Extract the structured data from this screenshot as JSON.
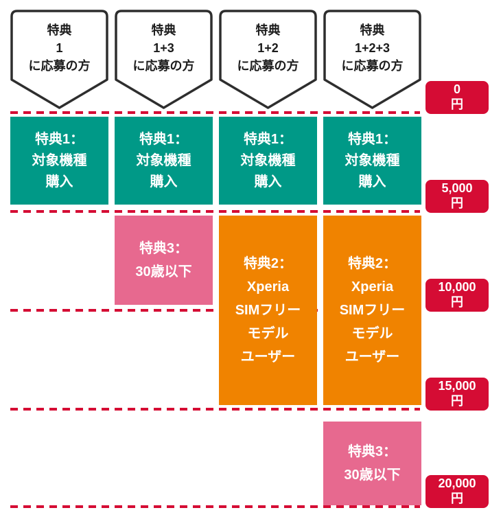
{
  "chart_data": {
    "type": "bar",
    "stacked": true,
    "direction": "downward",
    "unit": "円",
    "value_ticks": [
      "0",
      "5,000",
      "10,000",
      "15,000",
      "20,000"
    ],
    "value_range": [
      0,
      20000
    ],
    "grid": "dashed-red-lines",
    "categories": [
      "特典1に応募の方",
      "特典1+3に応募の方",
      "特典1+2に応募の方",
      "特典1+2+3に応募の方"
    ],
    "series": [
      {
        "name": "特典1：対象機種購入",
        "color": "#009987",
        "values": [
          5000,
          5000,
          5000,
          5000
        ]
      },
      {
        "name": "特典2：Xperia SIMフリーモデルユーザー",
        "color": "#f08300",
        "values": [
          0,
          0,
          10000,
          10000
        ]
      },
      {
        "name": "特典3：30歳以下",
        "color": "#e7698f",
        "values": [
          0,
          5000,
          0,
          5000
        ]
      }
    ],
    "totals": [
      5000,
      10000,
      15000,
      20000
    ]
  },
  "headers": [
    "特典\n1\nに応募の方",
    "特典\n1+3\nに応募の方",
    "特典\n1+2\nに応募の方",
    "特典\n1+2+3\nに応募の方"
  ],
  "blocks": {
    "benefit1": "特典1：\n対象機種\n購入",
    "benefit2": "特典2：\nXperia\nSIMフリー\nモデル\nユーザー",
    "benefit3": "特典3：\n30歳以下"
  },
  "axis": [
    "0\n円",
    "5,000\n円",
    "10,000\n円",
    "15,000\n円",
    "20,000\n円"
  ],
  "colors": {
    "green": "#009987",
    "orange": "#f08300",
    "pink": "#e7698f",
    "red": "#d50c34",
    "outline": "#2e2e2e"
  }
}
